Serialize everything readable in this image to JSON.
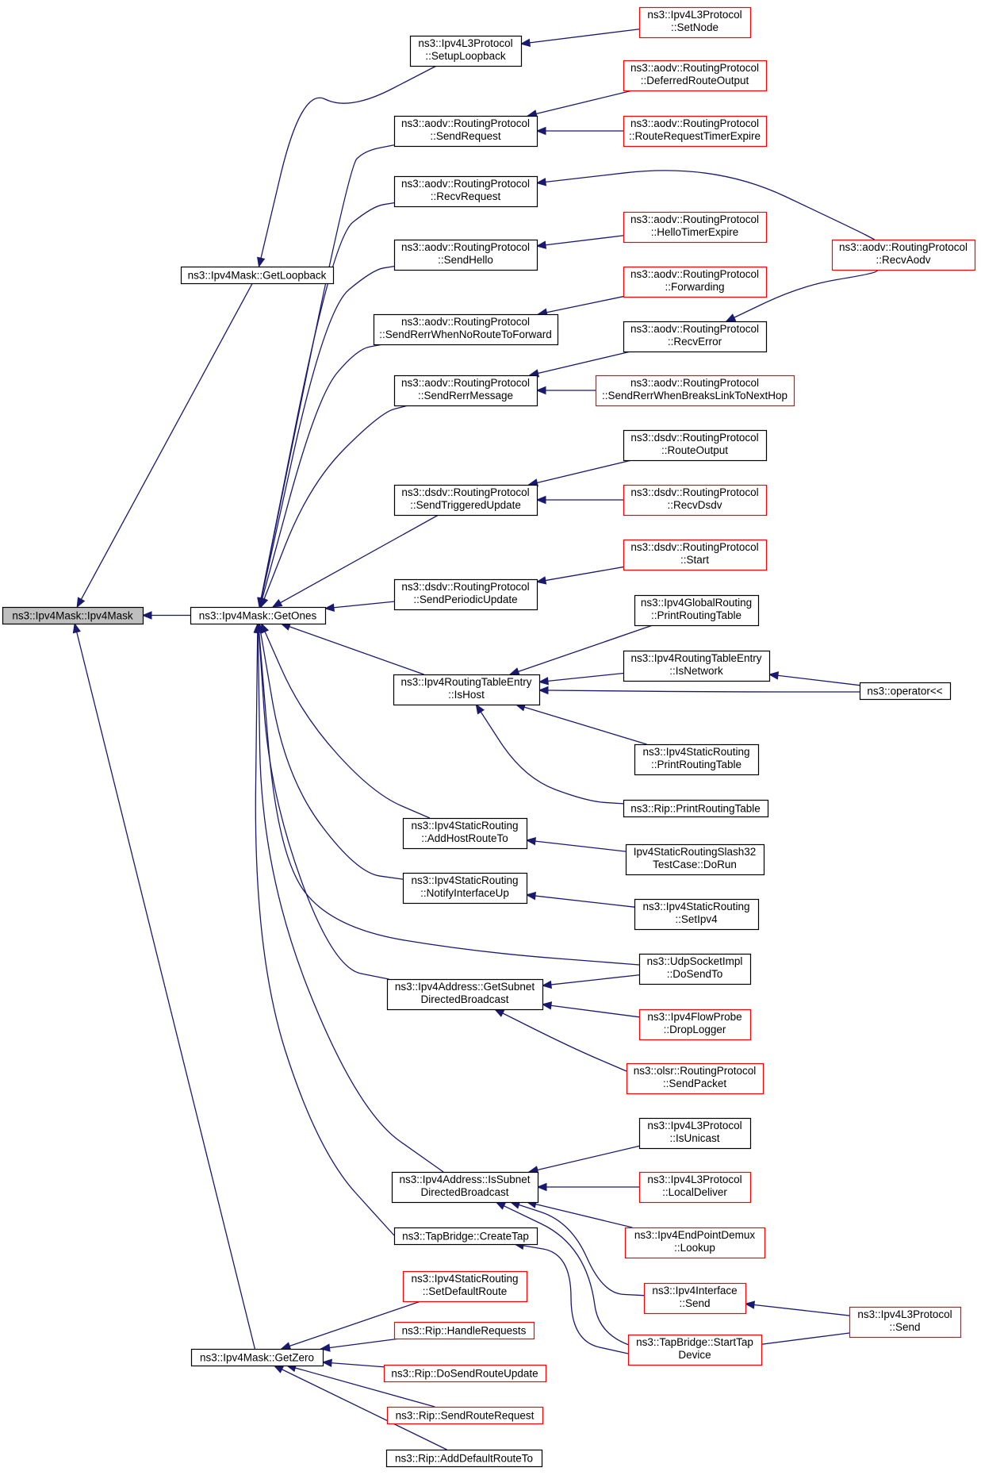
{
  "graph": {
    "colors": {
      "edge": "#191970",
      "root_fill": "#bfbfbf",
      "node_border_black": "#000000",
      "node_border_red": "#ff0000",
      "background": "#ffffff"
    },
    "nodes": [
      {
        "id": "root",
        "lines": [
          "ns3::Ipv4Mask::Ipv4Mask"
        ],
        "style": "root"
      },
      {
        "id": "getloopback",
        "lines": [
          "ns3::Ipv4Mask::GetLoopback"
        ],
        "style": "black"
      },
      {
        "id": "getones",
        "lines": [
          "ns3::Ipv4Mask::GetOnes"
        ],
        "style": "black"
      },
      {
        "id": "getzero",
        "lines": [
          "ns3::Ipv4Mask::GetZero"
        ],
        "style": "black"
      },
      {
        "id": "setuploopback",
        "lines": [
          "ns3::Ipv4L3Protocol",
          "::SetupLoopback"
        ],
        "style": "black"
      },
      {
        "id": "setnode",
        "lines": [
          "ns3::Ipv4L3Protocol",
          "::SetNode"
        ],
        "style": "red"
      },
      {
        "id": "sendrequest",
        "lines": [
          "ns3::aodv::RoutingProtocol",
          "::SendRequest"
        ],
        "style": "black"
      },
      {
        "id": "deferred",
        "lines": [
          "ns3::aodv::RoutingProtocol",
          "::DeferredRouteOutput"
        ],
        "style": "red"
      },
      {
        "id": "rreqtimer",
        "lines": [
          "ns3::aodv::RoutingProtocol",
          "::RouteRequestTimerExpire"
        ],
        "style": "red"
      },
      {
        "id": "recvrequest",
        "lines": [
          "ns3::aodv::RoutingProtocol",
          "::RecvRequest"
        ],
        "style": "black"
      },
      {
        "id": "recvaodv",
        "lines": [
          "ns3::aodv::RoutingProtocol",
          "::RecvAodv"
        ],
        "style": "red"
      },
      {
        "id": "sendhello",
        "lines": [
          "ns3::aodv::RoutingProtocol",
          "::SendHello"
        ],
        "style": "black"
      },
      {
        "id": "hellotimer",
        "lines": [
          "ns3::aodv::RoutingProtocol",
          "::HelloTimerExpire"
        ],
        "style": "red"
      },
      {
        "id": "senderrnoroute",
        "lines": [
          "ns3::aodv::RoutingProtocol",
          "::SendRerrWhenNoRouteToForward"
        ],
        "style": "black"
      },
      {
        "id": "forwarding",
        "lines": [
          "ns3::aodv::RoutingProtocol",
          "::Forwarding"
        ],
        "style": "red"
      },
      {
        "id": "senderrmsg",
        "lines": [
          "ns3::aodv::RoutingProtocol",
          "::SendRerrMessage"
        ],
        "style": "black"
      },
      {
        "id": "recverror",
        "lines": [
          "ns3::aodv::RoutingProtocol",
          "::RecvError"
        ],
        "style": "black"
      },
      {
        "id": "senderrbreaks",
        "lines": [
          "ns3::aodv::RoutingProtocol",
          "::SendRerrWhenBreaksLinkToNextHop"
        ],
        "style": "red"
      },
      {
        "id": "dsdvrouteoutput",
        "lines": [
          "ns3::dsdv::RoutingProtocol",
          "::RouteOutput"
        ],
        "style": "black"
      },
      {
        "id": "sendtriggered",
        "lines": [
          "ns3::dsdv::RoutingProtocol",
          "::SendTriggeredUpdate"
        ],
        "style": "black"
      },
      {
        "id": "recvdsdv",
        "lines": [
          "ns3::dsdv::RoutingProtocol",
          "::RecvDsdv"
        ],
        "style": "red"
      },
      {
        "id": "dsdvstart",
        "lines": [
          "ns3::dsdv::RoutingProtocol",
          "::Start"
        ],
        "style": "red"
      },
      {
        "id": "sendperiodic",
        "lines": [
          "ns3::dsdv::RoutingProtocol",
          "::SendPeriodicUpdate"
        ],
        "style": "black"
      },
      {
        "id": "globalprint",
        "lines": [
          "ns3::Ipv4GlobalRouting",
          "::PrintRoutingTable"
        ],
        "style": "black"
      },
      {
        "id": "ishost",
        "lines": [
          "ns3::Ipv4RoutingTableEntry",
          "::IsHost"
        ],
        "style": "black"
      },
      {
        "id": "isnetwork",
        "lines": [
          "ns3::Ipv4RoutingTableEntry",
          "::IsNetwork"
        ],
        "style": "black"
      },
      {
        "id": "operator",
        "lines": [
          "ns3::operator<<"
        ],
        "style": "black"
      },
      {
        "id": "staticprint",
        "lines": [
          "ns3::Ipv4StaticRouting",
          "::PrintRoutingTable"
        ],
        "style": "black"
      },
      {
        "id": "ripprint",
        "lines": [
          "ns3::Rip::PrintRoutingTable"
        ],
        "style": "black"
      },
      {
        "id": "addhostroute",
        "lines": [
          "ns3::Ipv4StaticRouting",
          "::AddHostRouteTo"
        ],
        "style": "black"
      },
      {
        "id": "slash32",
        "lines": [
          "Ipv4StaticRoutingSlash32",
          "TestCase::DoRun"
        ],
        "style": "black"
      },
      {
        "id": "notifyup",
        "lines": [
          "ns3::Ipv4StaticRouting",
          "::NotifyInterfaceUp"
        ],
        "style": "black"
      },
      {
        "id": "setipv4",
        "lines": [
          "ns3::Ipv4StaticRouting",
          "::SetIpv4"
        ],
        "style": "black"
      },
      {
        "id": "udpdosend",
        "lines": [
          "ns3::UdpSocketImpl",
          "::DoSendTo"
        ],
        "style": "black"
      },
      {
        "id": "getsubnet",
        "lines": [
          "ns3::Ipv4Address::GetSubnet",
          "DirectedBroadcast"
        ],
        "style": "black"
      },
      {
        "id": "droplogger",
        "lines": [
          "ns3::Ipv4FlowProbe",
          "::DropLogger"
        ],
        "style": "red"
      },
      {
        "id": "olsrsend",
        "lines": [
          "ns3::olsr::RoutingProtocol",
          "::SendPacket"
        ],
        "style": "red"
      },
      {
        "id": "isunicast",
        "lines": [
          "ns3::Ipv4L3Protocol",
          "::IsUnicast"
        ],
        "style": "black"
      },
      {
        "id": "issubnet",
        "lines": [
          "ns3::Ipv4Address::IsSubnet",
          "DirectedBroadcast"
        ],
        "style": "black"
      },
      {
        "id": "localdeliver",
        "lines": [
          "ns3::Ipv4L3Protocol",
          "::LocalDeliver"
        ],
        "style": "red"
      },
      {
        "id": "lookup",
        "lines": [
          "ns3::Ipv4EndPointDemux",
          "::Lookup"
        ],
        "style": "red"
      },
      {
        "id": "ifacesend",
        "lines": [
          "ns3::Ipv4Interface",
          "::Send"
        ],
        "style": "red"
      },
      {
        "id": "l3send",
        "lines": [
          "ns3::Ipv4L3Protocol",
          "::Send"
        ],
        "style": "red"
      },
      {
        "id": "createtap",
        "lines": [
          "ns3::TapBridge::CreateTap"
        ],
        "style": "black"
      },
      {
        "id": "starttap",
        "lines": [
          "ns3::TapBridge::StartTap",
          "Device"
        ],
        "style": "red"
      },
      {
        "id": "setdefault",
        "lines": [
          "ns3::Ipv4StaticRouting",
          "::SetDefaultRoute"
        ],
        "style": "red"
      },
      {
        "id": "handlereq",
        "lines": [
          "ns3::Rip::HandleRequests"
        ],
        "style": "red"
      },
      {
        "id": "dosendroute",
        "lines": [
          "ns3::Rip::DoSendRouteUpdate"
        ],
        "style": "red"
      },
      {
        "id": "sendrouterequest",
        "lines": [
          "ns3::Rip::SendRouteRequest"
        ],
        "style": "red"
      },
      {
        "id": "adddefault",
        "lines": [
          "ns3::Rip::AddDefaultRouteTo"
        ],
        "style": "black"
      }
    ]
  }
}
